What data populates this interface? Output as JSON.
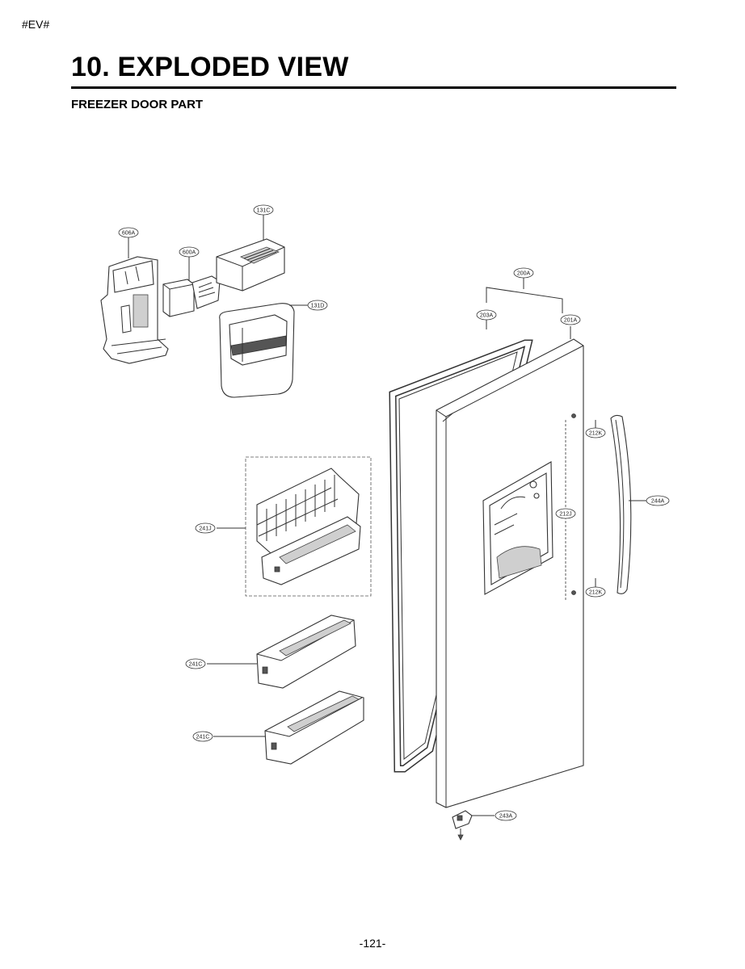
{
  "header": {
    "tag": "#EV#",
    "title": "10. EXPLODED VIEW",
    "subtitle": "FREEZER DOOR PART"
  },
  "parts": {
    "p606A": "606A",
    "p600A": "600A",
    "p131C": "131C",
    "p131D": "131D",
    "p200A": "200A",
    "p203A": "203A",
    "p201A": "201A",
    "p212K_top": "212K",
    "p212J": "212J",
    "p212K_bottom": "212K",
    "p244A": "244A",
    "p241J": "241J",
    "p241C_upper": "241C",
    "p241C_lower": "241C",
    "p243A": "243A"
  },
  "footer": {
    "page": "-121-"
  }
}
